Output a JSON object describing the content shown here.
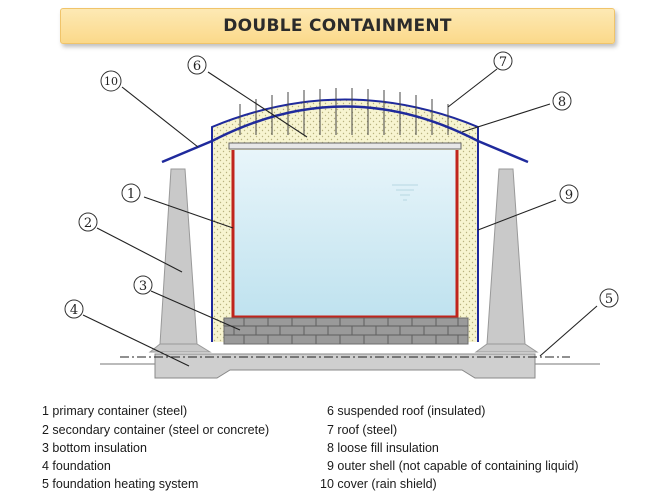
{
  "title": "DOUBLE CONTAINMENT",
  "callouts": [
    "1",
    "2",
    "3",
    "4",
    "5",
    "6",
    "7",
    "8",
    "9",
    "10"
  ],
  "legend_left": [
    "1 primary container (steel)",
    "2 secondary container (steel or concrete)",
    "3 bottom insulation",
    "4 foundation",
    "5 foundation heating system"
  ],
  "legend_right": [
    "6 suspended roof (insulated)",
    "7 roof (steel)",
    "8 loose fill insulation",
    "9 outer shell (not capable of containing liquid)",
    "10 cover (rain shield)"
  ],
  "colors": {
    "primary_container": "#c0241c",
    "outer_shell": "#1f2a9c",
    "liquid": "#cde8f2",
    "insulation": "#f7f4d0",
    "concrete": "#c9c9c9",
    "title_banner": "#fbd98a"
  }
}
